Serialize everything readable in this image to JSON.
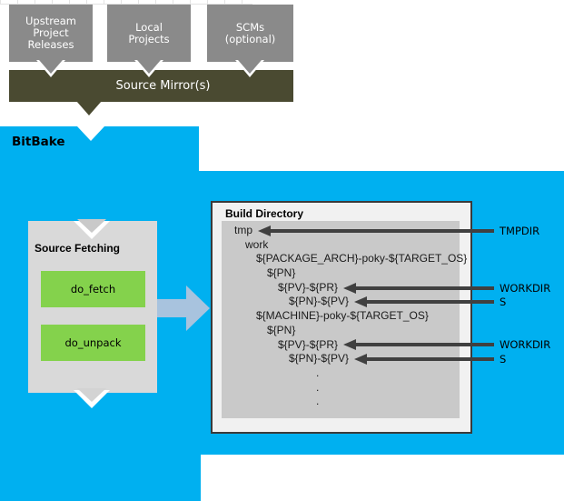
{
  "colors": {
    "blue": "#00b0f0",
    "olive": "#4a4a31",
    "gray_box": "#8a8a8a",
    "panel_gray": "#d9d9d9",
    "inner_gray": "#c9c9c9",
    "build_bg": "#f1f1f1",
    "border_dark": "#3a3a3a",
    "green": "#84d24c",
    "arrow_blue": "#a8c3de",
    "arrow_dark": "#404040"
  },
  "top_boxes": [
    {
      "lines": [
        "Upstream",
        "Project",
        "Releases"
      ]
    },
    {
      "lines": [
        "Local",
        "Projects"
      ]
    },
    {
      "lines": [
        "SCMs",
        "(optional)"
      ]
    }
  ],
  "mirror_label": "Source Mirror(s)",
  "bitbake_label": "BitBake",
  "source_fetching": {
    "title": "Source Fetching",
    "tasks": [
      "do_fetch",
      "do_unpack"
    ]
  },
  "build_directory": {
    "title": "Build Directory",
    "tree": [
      {
        "text": "tmp",
        "level": 0
      },
      {
        "text": "work",
        "level": 1
      },
      {
        "text": "${PACKAGE_ARCH}-poky-${TARGET_OS}",
        "level": 2
      },
      {
        "text": "${PN}",
        "level": 3
      },
      {
        "text": "${PV}-${PR}",
        "level": 4
      },
      {
        "text": "${PN}-${PV}",
        "level": 5
      },
      {
        "text": "${MACHINE}-poky-${TARGET_OS}",
        "level": 2
      },
      {
        "text": "${PN}",
        "level": 3
      },
      {
        "text": "${PV}-${PR}",
        "level": 4
      },
      {
        "text": "${PN}-${PV}",
        "level": 5
      },
      {
        "text": ".",
        "level": 7.5
      },
      {
        "text": ".",
        "level": 7.5
      },
      {
        "text": ".",
        "level": 7.5
      }
    ],
    "pointers": [
      {
        "label": "TMPDIR",
        "line": 0
      },
      {
        "label": "WORKDIR",
        "line": 4
      },
      {
        "label": "S",
        "line": 5
      },
      {
        "label": "WORKDIR",
        "line": 8
      },
      {
        "label": "S",
        "line": 9
      }
    ]
  }
}
